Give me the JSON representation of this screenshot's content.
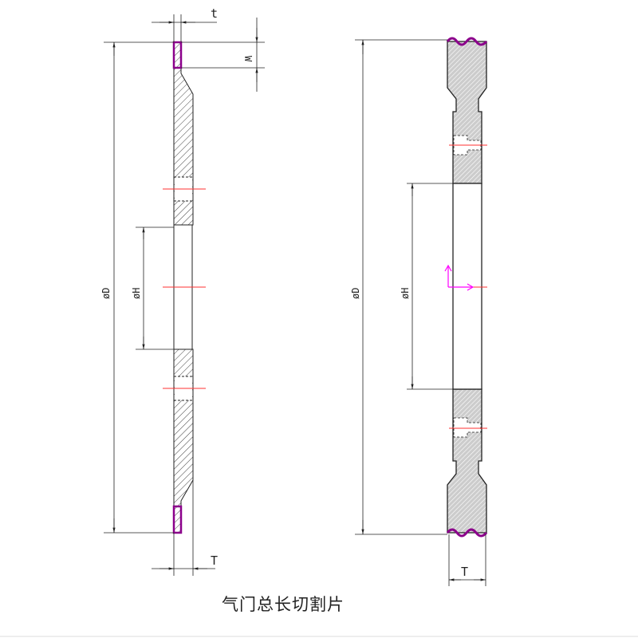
{
  "labels": {
    "t": "t",
    "w": "W",
    "T_left": "T",
    "T_right": "T",
    "D_left": "øD",
    "H_left": "øH",
    "D_right": "øD",
    "H_right": "øH"
  },
  "caption": "气门总长切割片",
  "colors": {
    "line": "#222222",
    "rim": "#8b008b",
    "center": "#ff3030",
    "axis": "#ff00ff",
    "hatch": "#bbbbbb"
  }
}
